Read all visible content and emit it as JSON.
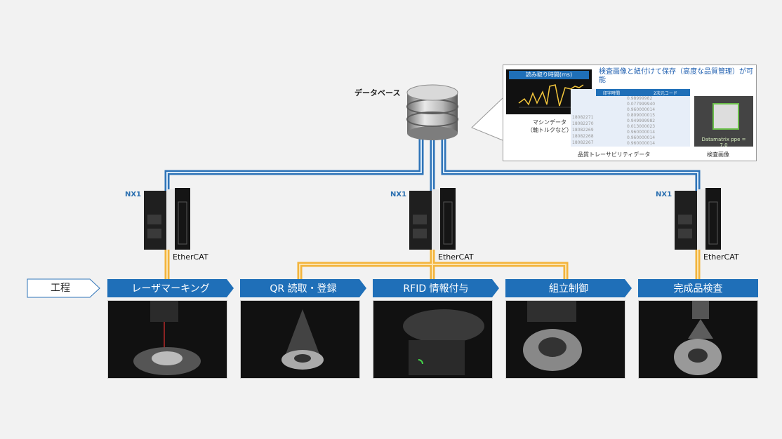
{
  "database": {
    "label": "データベース"
  },
  "controllers": [
    {
      "label": "NX1",
      "fieldbus": "EtherCAT"
    },
    {
      "label": "NX1",
      "fieldbus": "EtherCAT"
    },
    {
      "label": "NX1",
      "fieldbus": "EtherCAT"
    }
  ],
  "process": {
    "label": "工程",
    "steps": [
      "レーザマーキング",
      "QR 読取・登録",
      "RFID 情報付与",
      "組立制御",
      "完成品検査"
    ]
  },
  "inset": {
    "chart_title": "読み取り時間(ms)",
    "note": "検査画像と紐付けて保存（高度な品質管理）が可能",
    "machine_data_line1": "マシンデータ",
    "machine_data_line2": "（軸トルクなど）",
    "trace_label": "品質トレーサビリティデータ",
    "image_label": "検査画像",
    "table_headers": [
      "印字時間",
      "2次元コード"
    ],
    "table_ids": [
      "18082271",
      "18082270",
      "18082269",
      "18082268",
      "18082267"
    ],
    "table_values": [
      "0.98999982",
      "0.077999940",
      "0.960000014",
      "0.809000015",
      "0.949999982",
      "0.013000023",
      "0.960000014",
      "0.960000014",
      "0.960000014"
    ],
    "qr_text": "Datamatrix ppe = 7.0"
  },
  "colors": {
    "step_blue": "#1f6fb8",
    "network_blue": "#2f74b8",
    "io_yellow": "#f3b43c"
  }
}
